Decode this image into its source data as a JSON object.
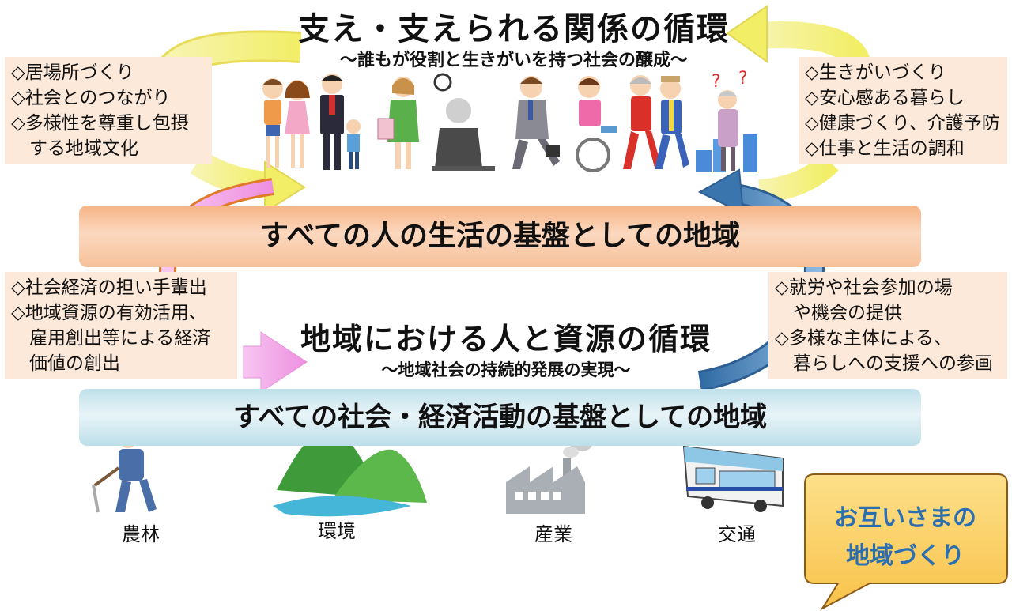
{
  "top": {
    "title": "支え・支えられる関係の循環",
    "subtitle": "～誰もが役割と生きがいを持つ社会の醸成～"
  },
  "left_top_box": [
    "◇居場所づくり",
    "◇社会とのつながり",
    "◇多様性を尊重し包摂",
    "する地域文化"
  ],
  "right_top_box": [
    "◇生きがいづくり",
    "◇安心感ある暮らし",
    "◇健康づくり、介護予防",
    "◇仕事と生活の調和"
  ],
  "band_life": "すべての人の生活の基盤としての地域",
  "left_mid_box": [
    "◇社会経済の担い手輩出",
    "◇地域資源の有効活用、",
    "雇用創出等による経済",
    "価値の創出"
  ],
  "right_mid_box": [
    "◇就労や社会参加の場",
    "や機会の提供",
    "◇多様な主体による、",
    "暮らしへの支援への参画"
  ],
  "middle": {
    "title": "地域における人と資源の循環",
    "subtitle": "～地域社会の持続的発展の実現～"
  },
  "band_economy": "すべての社会・経済活動の基盤としての地域",
  "sectors": [
    "農林",
    "環境",
    "産業",
    "交通"
  ],
  "bubble": {
    "line1": "お互いさまの",
    "line2": "地域づくり"
  },
  "colors": {
    "yellow_arrow": "#f3f07a",
    "pink_arrow": "#f0a2e6",
    "blue_arrow": "#4a82b8",
    "orange_band": "#f6b384",
    "blue_band": "#bfe0ea",
    "box_fill": "#fde9d9",
    "bubble_fill": "#fbcd62",
    "bubble_text": "#2c6fb0"
  }
}
